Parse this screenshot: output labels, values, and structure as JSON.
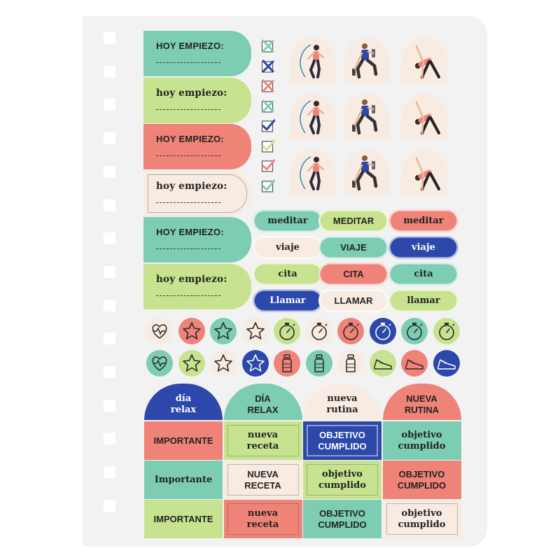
{
  "colors": {
    "teal": "#7ccdb3",
    "lime": "#c8e38f",
    "coral": "#ef8378",
    "cream": "#f7ebe2",
    "navy": "#2b48aa",
    "sheet": "#f3f2f3",
    "ink": "#222222"
  },
  "labels": {
    "tabs": [
      "HOY EMPIEZO:",
      "hoy empiezo:",
      "HOY EMPIEZO:",
      "hoy empiezo:",
      "HOY EMPIEZO:",
      "hoy empiezo:"
    ],
    "pills": [
      "meditar",
      "MEDITAR",
      "meditar",
      "viaje",
      "VIAJE",
      "viaje",
      "cita",
      "CITA",
      "cita",
      "Llamar",
      "LLAMAR",
      "llamar"
    ],
    "arches": [
      [
        "día",
        "relax"
      ],
      [
        "DÍA",
        "RELAX"
      ],
      [
        "nueva",
        "rutina"
      ],
      [
        "NUEVA",
        "RUTINA"
      ]
    ],
    "cells": [
      [
        "IMPORTANTE"
      ],
      [
        "nueva",
        "receta"
      ],
      [
        "OBJETIVO",
        "CUMPLIDO"
      ],
      [
        "objetivo",
        "cumplido"
      ],
      [
        "Importante"
      ],
      [
        "NUEVA",
        "RECETA"
      ],
      [
        "objetivo",
        "cumplido"
      ],
      [
        "OBJETIVO",
        "CUMPLIDO"
      ],
      [
        "IMPORTANTE"
      ],
      [
        "nueva",
        "receta"
      ],
      [
        "OBJETIVO",
        "CUMPLIDO"
      ],
      [
        "objetivo",
        "cumplido"
      ]
    ]
  },
  "icons": {
    "checkboxes": [
      "teal-x-icon",
      "navy-x-icon",
      "coral-x-icon",
      "teal-x-icon",
      "navy-check-icon",
      "lime-check-icon",
      "coral-check-icon",
      "teal-check-icon"
    ],
    "figures": [
      "jump-rope-figure-icon",
      "dumbbell-lunge-figure-icon",
      "triangle-pose-figure-icon"
    ],
    "circles_row1": [
      "heart-pulse-icon",
      "star-icon",
      "star-icon",
      "star-icon",
      "stopwatch-icon",
      "stopwatch-icon",
      "stopwatch-icon",
      "stopwatch-icon",
      "stopwatch-icon",
      "stopwatch-icon"
    ],
    "circles_row2": [
      "heart-pulse-icon",
      "star-icon",
      "star-icon",
      "star-icon",
      "water-bottle-icon",
      "water-bottle-icon",
      "water-bottle-icon",
      "sneaker-icon",
      "sneaker-icon",
      "sneaker-icon"
    ]
  }
}
